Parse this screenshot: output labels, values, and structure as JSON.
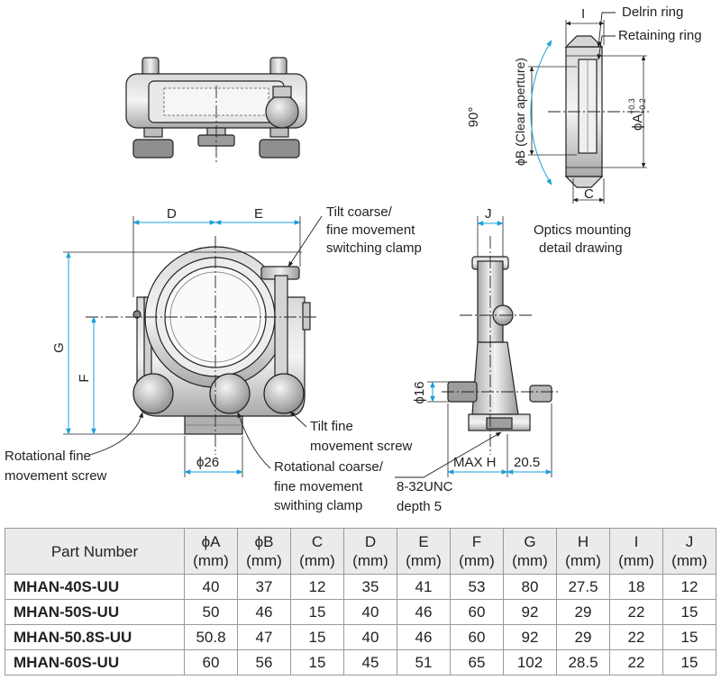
{
  "callouts": {
    "delrin_ring": "Delrin ring",
    "retaining_ring": "Retaining ring",
    "tilt_clamp_1": "Tilt coarse/",
    "tilt_clamp_2": "fine movement",
    "tilt_clamp_3": "switching clamp",
    "optics_1": "Optics mounting",
    "optics_2": "detail drawing",
    "tilt_fine_1": "Tilt fine",
    "tilt_fine_2": "movement screw",
    "rot_fine_1": "Rotational fine",
    "rot_fine_2": "movement screw",
    "rot_coarse_1": "Rotational coarse/",
    "rot_coarse_2": "fine movement",
    "rot_coarse_3": "swithing clamp",
    "thread_1": "8-32UNC",
    "thread_2": "depth 5"
  },
  "dims": {
    "I": "I",
    "C": "C",
    "angle": "90°",
    "phiB": "ϕB (Clear aperture)",
    "phiA": "ϕA",
    "phiA_tol_up": "+0.3",
    "phiA_tol_dn": "+0.2",
    "D": "D",
    "E": "E",
    "G": "G",
    "F": "F",
    "J": "J",
    "phi16": "ϕ16",
    "phi26": "ϕ26",
    "maxH": "MAX H",
    "v205": "20.5"
  },
  "table": {
    "headers": [
      {
        "top": "Part Number",
        "bottom": ""
      },
      {
        "top": "ϕA",
        "bottom": "(mm)"
      },
      {
        "top": "ϕB",
        "bottom": "(mm)"
      },
      {
        "top": "C",
        "bottom": "(mm)"
      },
      {
        "top": "D",
        "bottom": "(mm)"
      },
      {
        "top": "E",
        "bottom": "(mm)"
      },
      {
        "top": "F",
        "bottom": "(mm)"
      },
      {
        "top": "G",
        "bottom": "(mm)"
      },
      {
        "top": "H",
        "bottom": "(mm)"
      },
      {
        "top": "I",
        "bottom": "(mm)"
      },
      {
        "top": "J",
        "bottom": "(mm)"
      }
    ],
    "rows": [
      [
        "MHAN-40S-UU",
        "40",
        "37",
        "12",
        "35",
        "41",
        "53",
        "80",
        "27.5",
        "18",
        "12"
      ],
      [
        "MHAN-50S-UU",
        "50",
        "46",
        "15",
        "40",
        "46",
        "60",
        "92",
        "29",
        "22",
        "15"
      ],
      [
        "MHAN-50.8S-UU",
        "50.8",
        "47",
        "15",
        "40",
        "46",
        "60",
        "92",
        "29",
        "22",
        "15"
      ],
      [
        "MHAN-60S-UU",
        "60",
        "56",
        "15",
        "45",
        "51",
        "65",
        "102",
        "28.5",
        "22",
        "15"
      ]
    ]
  }
}
